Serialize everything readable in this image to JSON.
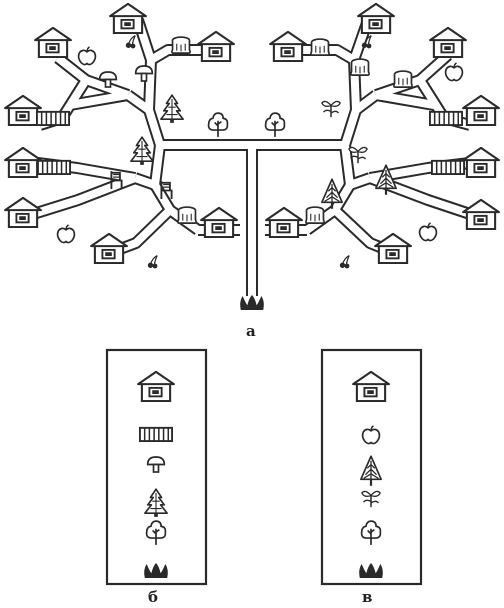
{
  "labels": {
    "a": "а",
    "b": "б",
    "v": "в"
  },
  "colors": {
    "ink": "#2a2a2a",
    "paper": "#ffffff"
  },
  "icons": [
    "house-icon",
    "apple-icon",
    "cherry-icon",
    "mushroom-icon",
    "stump-icon",
    "fence-icon",
    "spruce-icon",
    "deciduous-tree-icon",
    "flower-icon",
    "chair-icon",
    "fir-tree-icon",
    "grass-tuft-icon"
  ],
  "legend_b": [
    "house-icon",
    "fence-icon",
    "mushroom-icon",
    "spruce-icon",
    "deciduous-tree-icon",
    "grass-tuft-icon"
  ],
  "legend_v": [
    "house-icon",
    "apple-icon",
    "fir-tree-icon",
    "flower-icon",
    "deciduous-tree-icon",
    "grass-tuft-icon"
  ]
}
